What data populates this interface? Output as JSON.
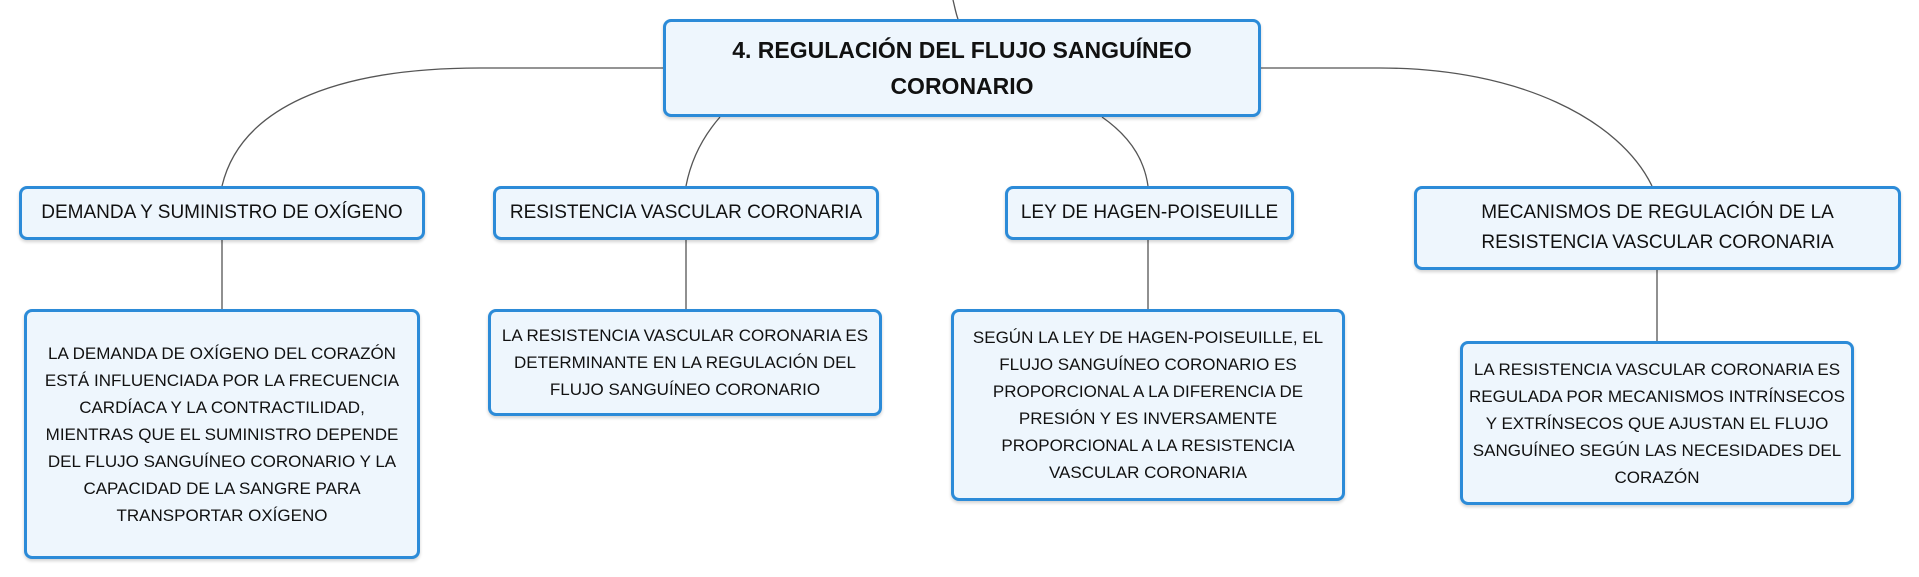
{
  "central_topic": {
    "label": "4. REGULACIÓN DEL FLUJO SANGUÍNEO CORONARIO"
  },
  "branches": [
    {
      "label": "DEMANDA Y SUMINISTRO DE OXÍGENO",
      "detail": "LA DEMANDA DE OXÍGENO DEL CORAZÓN ESTÁ INFLUENCIADA POR LA FRECUENCIA CARDÍACA Y LA CONTRACTILIDAD, MIENTRAS QUE EL SUMINISTRO DEPENDE DEL FLUJO SANGUÍNEO CORONARIO Y LA CAPACIDAD DE LA SANGRE PARA TRANSPORTAR OXÍGENO"
    },
    {
      "label": "RESISTENCIA VASCULAR CORONARIA",
      "detail": "LA RESISTENCIA VASCULAR CORONARIA ES DETERMINANTE EN LA REGULACIÓN DEL FLUJO SANGUÍNEO CORONARIO"
    },
    {
      "label": "LEY DE HAGEN-POISEUILLE",
      "detail": "SEGÚN LA LEY DE HAGEN-POISEUILLE, EL FLUJO SANGUÍNEO CORONARIO ES PROPORCIONAL A LA DIFERENCIA DE PRESIÓN Y ES INVERSAMENTE PROPORCIONAL A LA RESISTENCIA VASCULAR CORONARIA"
    },
    {
      "label": "MECANISMOS DE REGULACIÓN DE LA RESISTENCIA VASCULAR CORONARIA",
      "detail": "LA RESISTENCIA VASCULAR CORONARIA ES REGULADA POR MECANISMOS INTRÍNSECOS Y EXTRÍNSECOS QUE AJUSTAN EL FLUJO SANGUÍNEO SEGÚN LAS NECESIDADES DEL CORAZÓN"
    }
  ],
  "colors": {
    "node_border": "#2c8bd8",
    "node_fill": "#eef6fd",
    "connector": "#555555",
    "text": "#111111"
  }
}
